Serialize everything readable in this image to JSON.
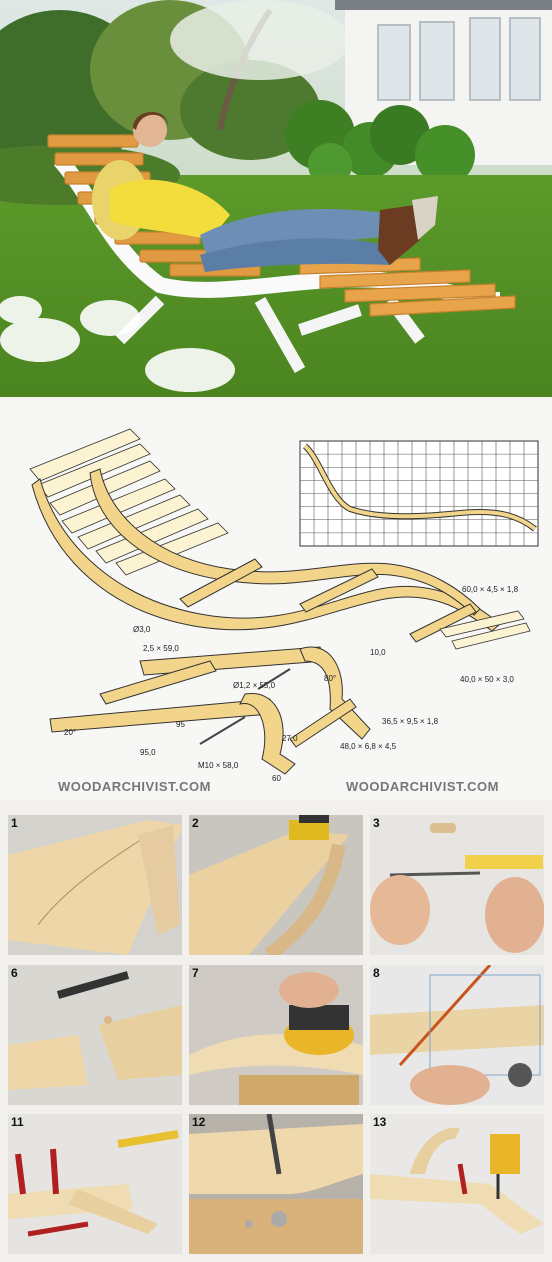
{
  "diagram": {
    "dimensions": [
      "60,0 × 4,5 × 1,8",
      "Ø3,0",
      "2,5 × 59,0",
      "10,0",
      "40,0 × 50 × 3,0",
      "Ø1,2 × 55,0",
      "80°",
      "36,5 × 9,5 × 1,8",
      "95",
      "27,0",
      "20°",
      "48,0 × 6,8 × 4,5",
      "95,0",
      "M10 × 58,0",
      "60"
    ],
    "watermark_left": "WOODARCHIVIST.COM",
    "watermark_right": "WOODARCHIVIST.COM"
  },
  "steps": [
    {
      "number": "1"
    },
    {
      "number": "2"
    },
    {
      "number": "3"
    },
    {
      "number": "6"
    },
    {
      "number": "7"
    },
    {
      "number": "8"
    },
    {
      "number": "11"
    },
    {
      "number": "12"
    },
    {
      "number": "13"
    }
  ],
  "colors": {
    "wood": "#f2d48a",
    "grass": "#6fa03a",
    "outline": "#333333"
  }
}
